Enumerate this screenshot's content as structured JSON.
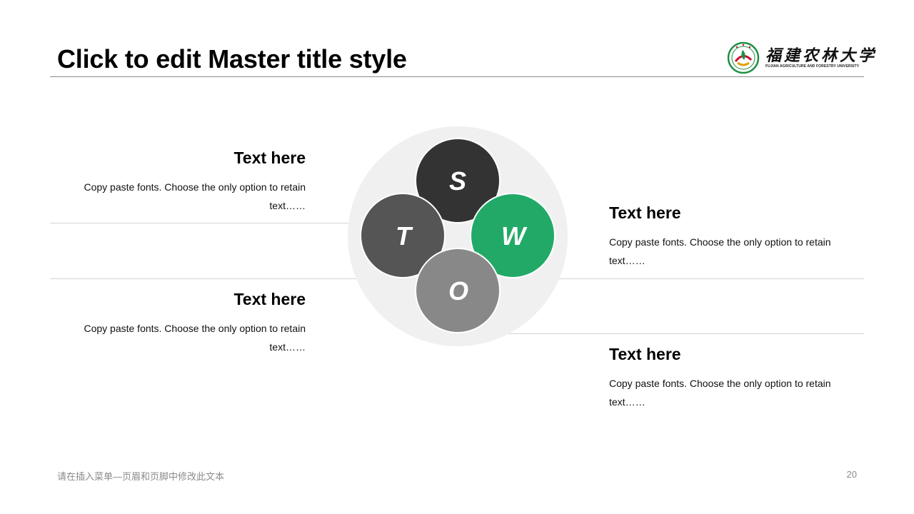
{
  "title": "Click to edit Master title style",
  "logo": {
    "name_cn": "福建农林大学",
    "name_en": "FUJIAN AGRICULTURE AND FORESTRY UNIVERSITY"
  },
  "swot": {
    "s": "S",
    "w": "W",
    "o": "O",
    "t": "T",
    "colors": {
      "s": "#333333",
      "w": "#22a968",
      "o": "#888888",
      "t": "#555555",
      "backdrop": "#f0f0f0"
    }
  },
  "blocks": {
    "top_left": {
      "heading": "Text here",
      "line1": "Copy paste fonts. Choose the only option to retain",
      "line2": "text……"
    },
    "bottom_left": {
      "heading": "Text here",
      "line1": "Copy paste fonts. Choose the only option to retain",
      "line2": "text……"
    },
    "top_right": {
      "heading": "Text here",
      "line1": "Copy paste fonts. Choose the only option to retain",
      "line2": "text……"
    },
    "bottom_right": {
      "heading": "Text here",
      "line1": "Copy paste fonts. Choose the only option to retain",
      "line2": "text……"
    }
  },
  "footer": {
    "text": "请在插入菜单—页眉和页脚中修改此文本",
    "page": "20"
  }
}
